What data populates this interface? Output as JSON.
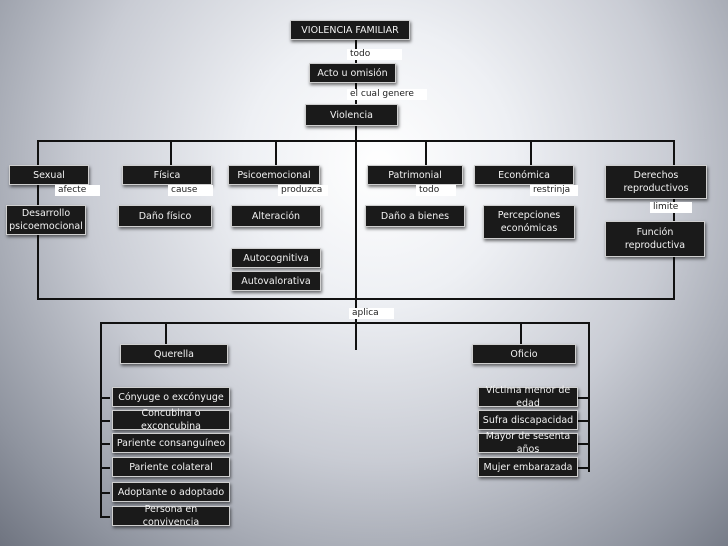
{
  "top": {
    "title": "VIOLENCIA FAMILIAR",
    "label_todo": "todo",
    "acto": "Acto u omisión",
    "label_genere": "el cual genere",
    "violencia": "Violencia"
  },
  "types": {
    "sexual": {
      "title": "Sexual",
      "verb": "afecte",
      "effect": "Desarrollo psicoemocional"
    },
    "fisica": {
      "title": "Física",
      "verb": "cause",
      "effect": "Daño físico"
    },
    "psico": {
      "title": "Psicoemocional",
      "verb": "produzca",
      "effect": "Alteración",
      "sub1": "Autocognitiva",
      "sub2": "Autovalorativa"
    },
    "patrimonial": {
      "title": "Patrimonial",
      "verb": "todo",
      "effect": "Daño a bienes"
    },
    "economica": {
      "title": "Económica",
      "verb": "restrinja",
      "effect": "Percepciones económicas"
    },
    "derechos": {
      "title": "Derechos reproductivos",
      "verb": "limite",
      "effect": "Función reproductiva"
    }
  },
  "bottom": {
    "label_aplica": "aplica",
    "querella": {
      "title": "Querella",
      "items": [
        "Cónyuge o excónyuge",
        "Concubina o exconcubina",
        "Pariente consanguíneo",
        "Pariente colateral",
        "Adoptante o adoptado",
        "Persona en convivencia"
      ]
    },
    "oficio": {
      "title": "Oficio",
      "items": [
        "Víctima menor de edad",
        "Sufra discapacidad",
        "Mayor de sesenta años",
        "Mujer embarazada"
      ]
    }
  }
}
